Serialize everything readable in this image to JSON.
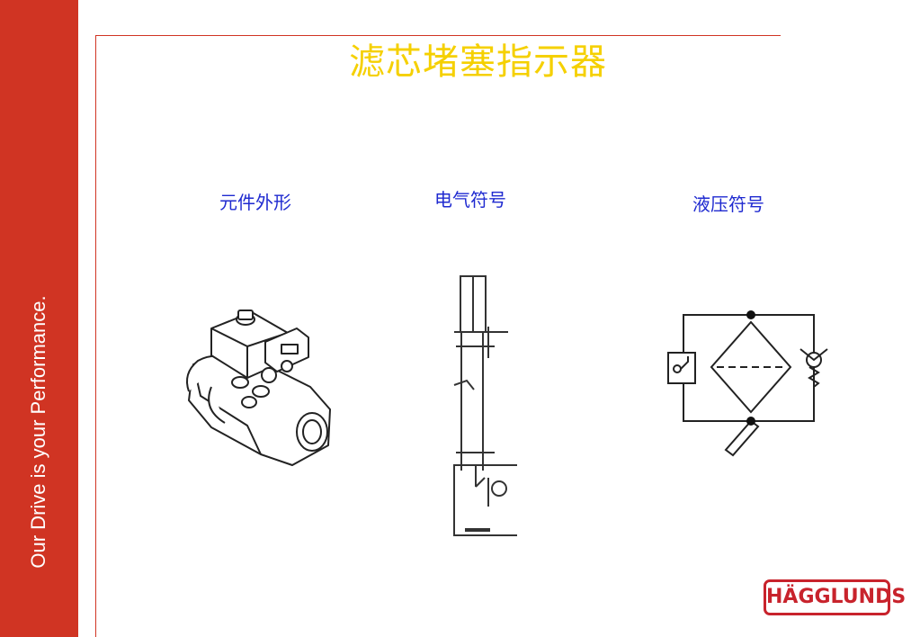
{
  "sidebar": {
    "slogan": "Our Drive is your Performance."
  },
  "title": "滤芯堵塞指示器",
  "labels": {
    "shape": "元件外形",
    "electrical": "电气符号",
    "hydraulic": "液压符号"
  },
  "logo": {
    "text": "HÄGGLUNDS"
  },
  "colors": {
    "sidebar": "#d03423",
    "title": "#f5d000",
    "labels": "#1f2ad0",
    "logo": "#c8232c"
  }
}
